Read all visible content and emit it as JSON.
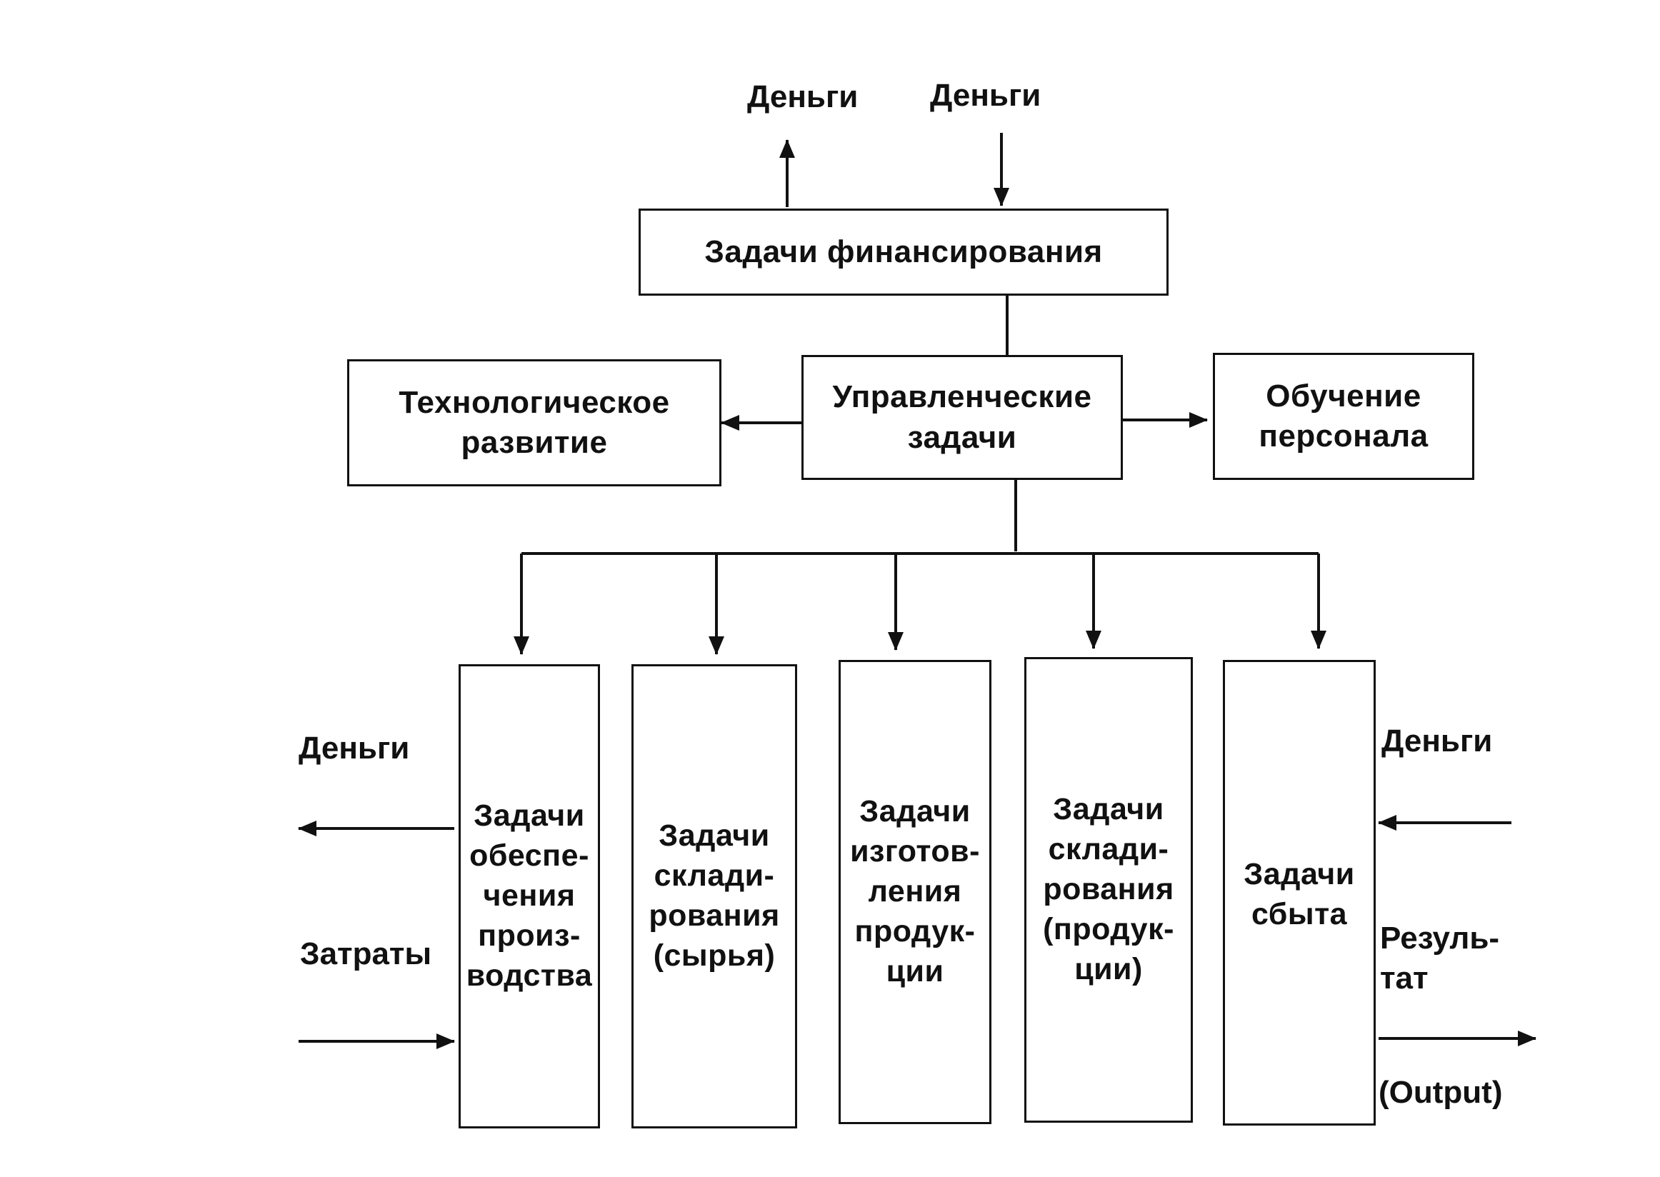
{
  "top": {
    "money_out": "Деньги",
    "money_in": "Деньги"
  },
  "boxes": {
    "financing": "Задачи финансирования",
    "management": "Управленческие\nзадачи",
    "tech_development": "Технологическое\nразвитие",
    "staff_training": "Обучение\nперсонала"
  },
  "columns": [
    {
      "label": "Задачи\nобеспе-\nчения\nпроиз-\nводства"
    },
    {
      "label": "Задачи\nсклади-\nрования\n(сырья)"
    },
    {
      "label": "Задачи\nизготов-\nления\nпродук-\nции"
    },
    {
      "label": "Задачи\nсклади-\nрования\n(продук-\nции)"
    },
    {
      "label": "Задачи\nсбыта"
    }
  ],
  "left_side": {
    "money": "Деньги",
    "costs": "Затраты"
  },
  "right_side": {
    "money": "Деньги",
    "result": "Резуль-\nтат",
    "output": "(Output)"
  }
}
